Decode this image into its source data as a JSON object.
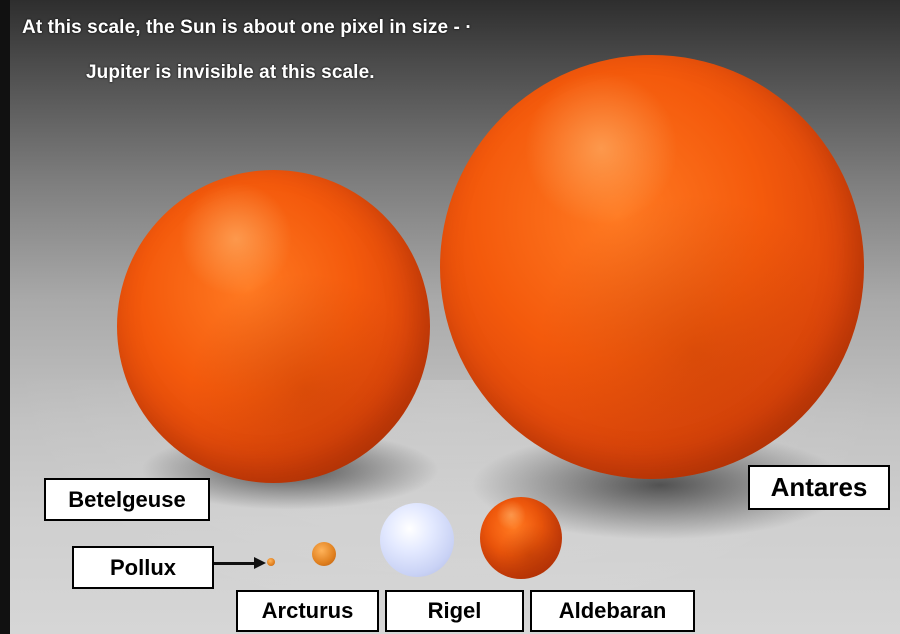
{
  "captions": {
    "line1": "At this scale, the Sun is about one pixel in size - ·",
    "line2": "Jupiter is invisible at this scale."
  },
  "labels": {
    "betelgeuse": "Betelgeuse",
    "antares": "Antares",
    "pollux": "Pollux",
    "arcturus": "Arcturus",
    "rigel": "Rigel",
    "aldebaran": "Aldebaran"
  },
  "colors": {
    "red_giant": "#f45a0c",
    "rigel_blue_white": "#dfe6ff",
    "arcturus_orange": "#e0801f",
    "label_bg": "#ffffff",
    "caption_text": "#ffffff"
  }
}
